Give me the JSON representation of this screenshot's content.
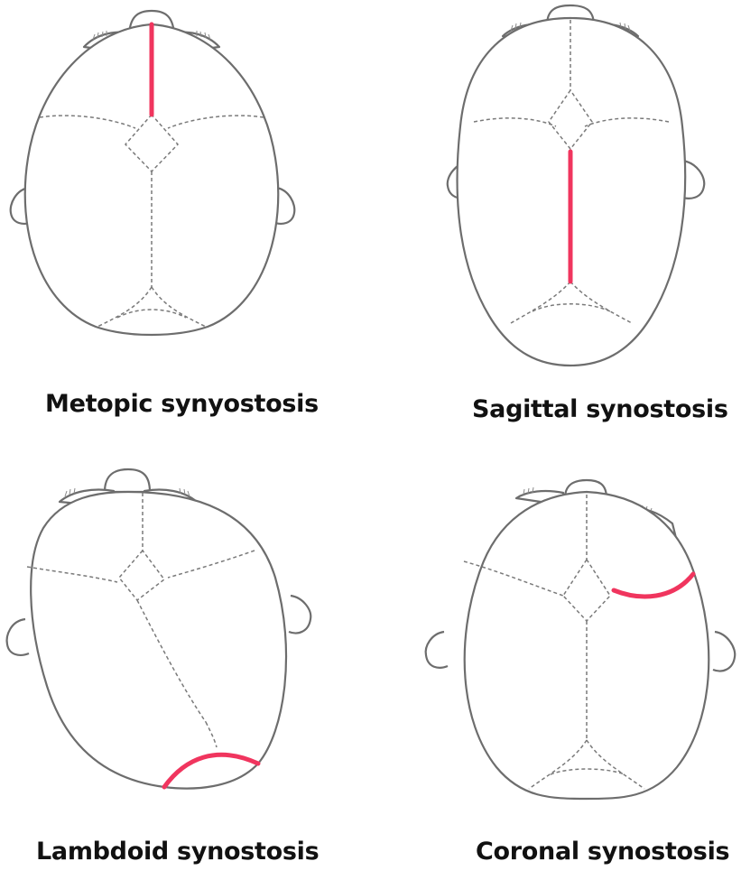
{
  "panels": [
    {
      "id": "metopic",
      "caption": "Metopic synyostosis"
    },
    {
      "id": "sagittal",
      "caption": "Sagittal synostosis"
    },
    {
      "id": "lambdoid",
      "caption": "Lambdoid synostosis"
    },
    {
      "id": "coronal",
      "caption": "Coronal synostosis"
    }
  ],
  "colors": {
    "outline": "#6d6d6d",
    "suture": "#7a7a7a",
    "fused_suture": "#f0355e",
    "caption_text": "#111111",
    "background": "#ffffff"
  }
}
